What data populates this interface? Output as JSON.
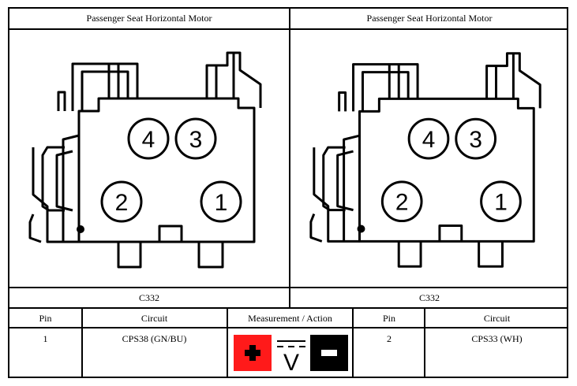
{
  "connector_views": [
    {
      "title": "Passenger Seat Horizontal Motor",
      "connector_id": "C332",
      "pins": [
        "4",
        "3",
        "2",
        "1"
      ]
    },
    {
      "title": "Passenger Seat Horizontal Motor",
      "connector_id": "C332",
      "pins": [
        "4",
        "3",
        "2",
        "1"
      ]
    }
  ],
  "table": {
    "headers": [
      "Pin",
      "Circuit",
      "Measurement / Action",
      "Pin",
      "Circuit"
    ],
    "row": {
      "pin_a": "1",
      "circuit_a": "CPS38 (GN/BU)",
      "pin_b": "2",
      "circuit_b": "CPS33 (WH)"
    }
  },
  "measurement": {
    "icons": [
      "plus-probe-icon",
      "dc-voltage-icon",
      "minus-probe-icon"
    ],
    "colors": {
      "positive": "#ff1a1a",
      "negative": "#000000"
    },
    "voltage_symbol": "V"
  }
}
